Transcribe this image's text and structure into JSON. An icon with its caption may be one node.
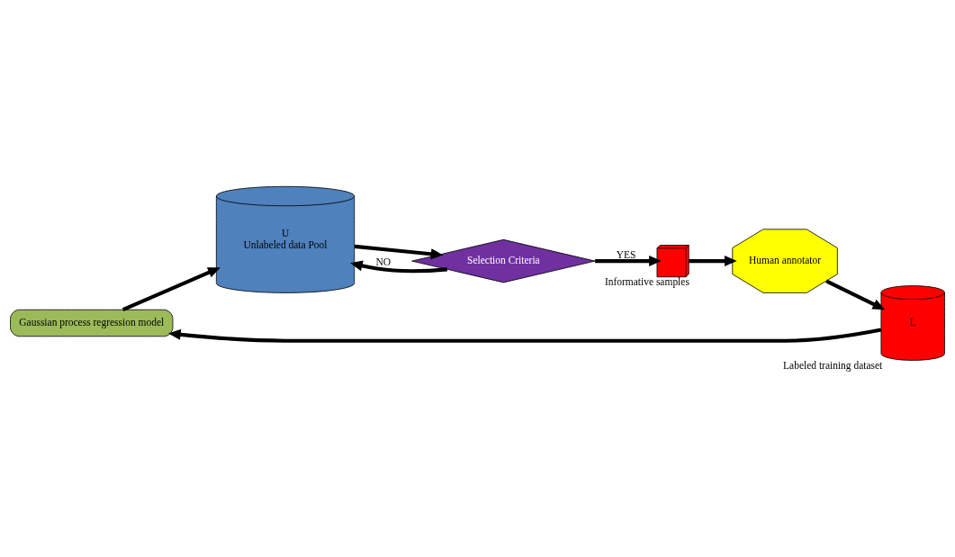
{
  "diagram": {
    "nodes": [
      {
        "text": [
          "Gaussian process regression model"
        ]
      },
      {
        "text": [
          "U",
          "Unlabeled data Pool"
        ]
      },
      {
        "text": [
          "Selection Criteria"
        ]
      },
      {
        "text": [],
        "shape": "box",
        "beside": [
          "Informative samples"
        ]
      },
      {
        "text": [
          "Human annotator"
        ]
      },
      {
        "text": [
          "L"
        ],
        "beside": [
          "Labeled training dataset"
        ]
      }
    ],
    "edges": [
      {
        "from": 5,
        "to": 0,
        "arrow": "to"
      },
      {
        "from": 0,
        "to": 1,
        "arrow": "to"
      },
      {
        "from": 1,
        "to": 2,
        "arrow": "to"
      },
      {
        "from": 2,
        "to": 3,
        "arrow": "to",
        "label": "YES"
      },
      {
        "from": 3,
        "to": 4,
        "arrow": "to"
      },
      {
        "from": 4,
        "to": 5,
        "arrow": "to"
      },
      {
        "from": 2,
        "to": 1,
        "arrow": "to",
        "label": "NO"
      }
    ]
  }
}
